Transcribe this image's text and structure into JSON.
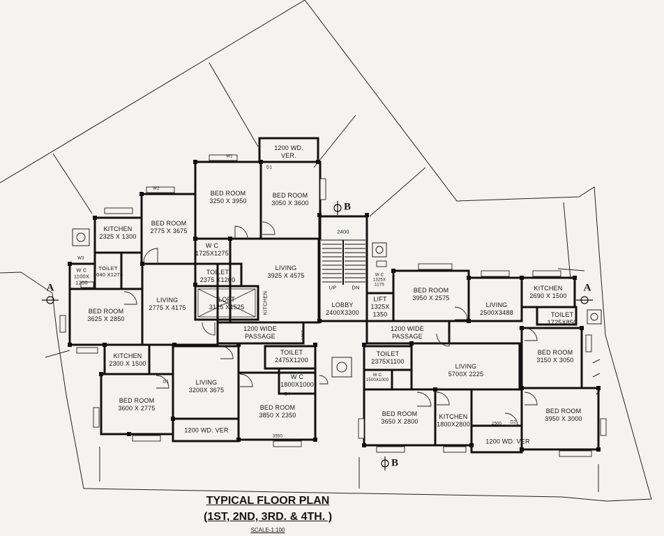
{
  "title": "TYPICAL FLOOR PLAN",
  "subtitle": "(1ST, 2ND, 3RD. & 4TH. )",
  "scale": "SCALE-1:100",
  "rooms": {
    "ver_top": "1200 WD.\nVER.",
    "bed_tl": "BED ROOM\n3250 X 3950",
    "bed_tr": "BED ROOM\n3050 X 3600",
    "bed_w": "BED ROOM\n2775 X 3675",
    "kitchen_w": "KITCHEN\n2325 X 1300",
    "wc_c": "W C\n1725X1275",
    "toilet_c": "TOILET\n2375 X1200",
    "loft": "LOFT\n3125 X1525",
    "living_c": "LIVING\n3925 X 4575",
    "kitchen_vert": "KITCHEN",
    "wc_w": "W C\n1100X\n1200",
    "toilet_w": "TOILET\n2040 X1275",
    "living_w": "LIVING\n2775 X 4175",
    "bed_far_w": "BED ROOM\n3625 X 2850",
    "passage_l": "1200 WIDE\nPASSAGE",
    "passage_r": "1200 WIDE\nPASSAGE",
    "lobby": "LOBBY\n2400X3300",
    "lift": "LIFT\n1325X\n1350",
    "wc_lobby": "W C\n1325X\n1175",
    "bed_e1": "BED ROOM\n3950 X 2575",
    "living_e": "LIVING\n2500X3488",
    "kitchen_e": "KITCHEN\n2690 X 1500",
    "toilet_e": "TOILET\n1725X850",
    "kitchen_sw": "KITCHEN\n2300 X 1500",
    "bed_sw": "BED ROOM\n3600 X 2775",
    "living_sw": "LIVING\n3200X 3675",
    "ver_sw": "1200 WD. VER",
    "toilet_s": "TOILET\n2475X1200",
    "wc_s": "W C\n1800X1000",
    "bed_s": "BED ROOM\n3850 X 2350",
    "toilet_se": "TOILET\n2375X1100",
    "wc_se": "W C\n1500X1000",
    "living_se": "LIVING\n5700X 2225",
    "bed_se": "BED ROOM\n3650 X 2800",
    "kitchen_se": "KITCHEN\n1800X2800",
    "ver_se": "1200 WD. VER",
    "bed_e2": "BED ROOM\n3150 X 3050",
    "bed_e3": "BED ROOM\n3950 X 3000"
  },
  "marks": {
    "up": "UP",
    "dn": "DN",
    "d1": "D1",
    "d2": "D2",
    "d4": "D4",
    "w1": "W1",
    "w2": "W2",
    "w3": "W3",
    "d_2400": "2400",
    "d_1200": "1200",
    "d_2500": "2500",
    "d_3550": "3550"
  },
  "sections": {
    "a": "A",
    "b": "B"
  }
}
